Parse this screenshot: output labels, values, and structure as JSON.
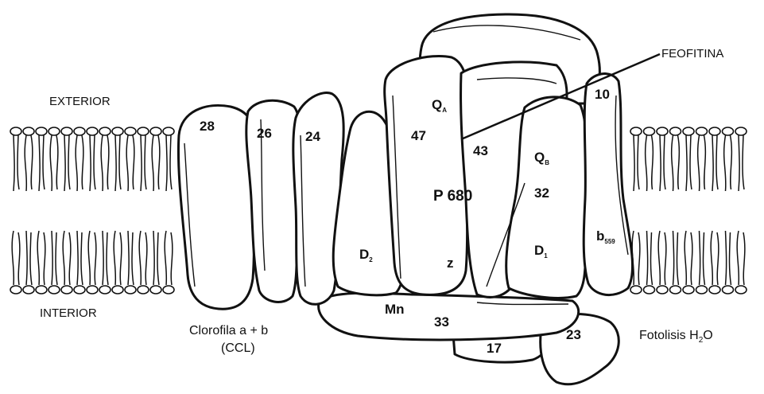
{
  "labels": {
    "exterior": "EXTERIOR",
    "interior": "INTERIOR",
    "feofitina": "FEOFITINA",
    "clorofila": "Clorofila a + b",
    "ccl": "(CCL)",
    "fotolisis": "Fotolisis H",
    "fotolisis_sub": "2",
    "fotolisis_tail": "O"
  },
  "subunits": {
    "s28": "28",
    "s26": "26",
    "s24": "24",
    "s47": "47",
    "s43": "43",
    "s32": "32",
    "s10": "10",
    "s33": "33",
    "s17": "17",
    "s23": "23",
    "qa": "Q",
    "qa_sub": "A",
    "qb": "Q",
    "qb_sub": "B",
    "p680": "P 680",
    "d2": "D",
    "d2_sub": "2",
    "d1": "D",
    "d1_sub": "1",
    "z": "z",
    "mn": "Mn",
    "b559": "b",
    "b559_sub": "559"
  }
}
